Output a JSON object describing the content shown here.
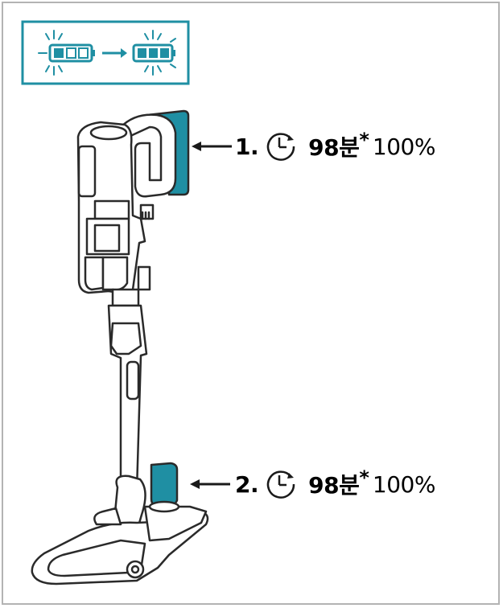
{
  "battery_indicator": {
    "icon_before": "battery-one-bar-flashing-icon",
    "icon_after": "battery-full-flashing-icon",
    "arrow_icon": "arrow-right-icon"
  },
  "colors": {
    "accent": "#1f8fa3",
    "outline": "#2a2a2a",
    "text": "#1a1a1a",
    "frame": "#b3b3b3"
  },
  "callouts": [
    {
      "step": "1.",
      "clock_icon": "clock-icon",
      "duration": "98분",
      "asterisk": "*",
      "percent": "100%"
    },
    {
      "step": "2.",
      "clock_icon": "clock-icon",
      "duration": "98분",
      "asterisk": "*",
      "percent": "100%"
    }
  ]
}
